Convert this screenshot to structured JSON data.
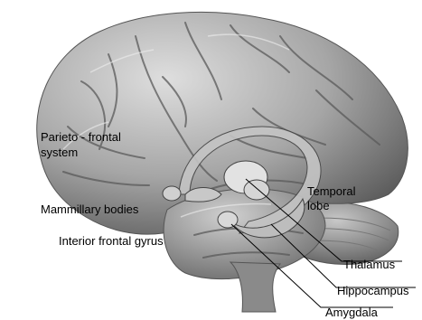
{
  "labels": {
    "parieto_frontal_line1": "Parieto - frontal",
    "parieto_frontal_line2": "system",
    "temporal_lobe_line1": "Temporal",
    "temporal_lobe_line2": "lobe",
    "mammillary_bodies": "Mammillary bodies",
    "interior_frontal_gyrus": "Interior frontal gyrus",
    "thalamus": "Thalamus",
    "hippocampus": "Hippocampus",
    "amygdala": "Amygdala"
  },
  "colors": {
    "background": "#ffffff",
    "brain_base": "#9a9a9a",
    "brain_highlight": "#dcdcdc",
    "brain_shadow": "#4a4a4a",
    "structure_fill": "#bdbdbd",
    "leader_line": "#000000"
  }
}
